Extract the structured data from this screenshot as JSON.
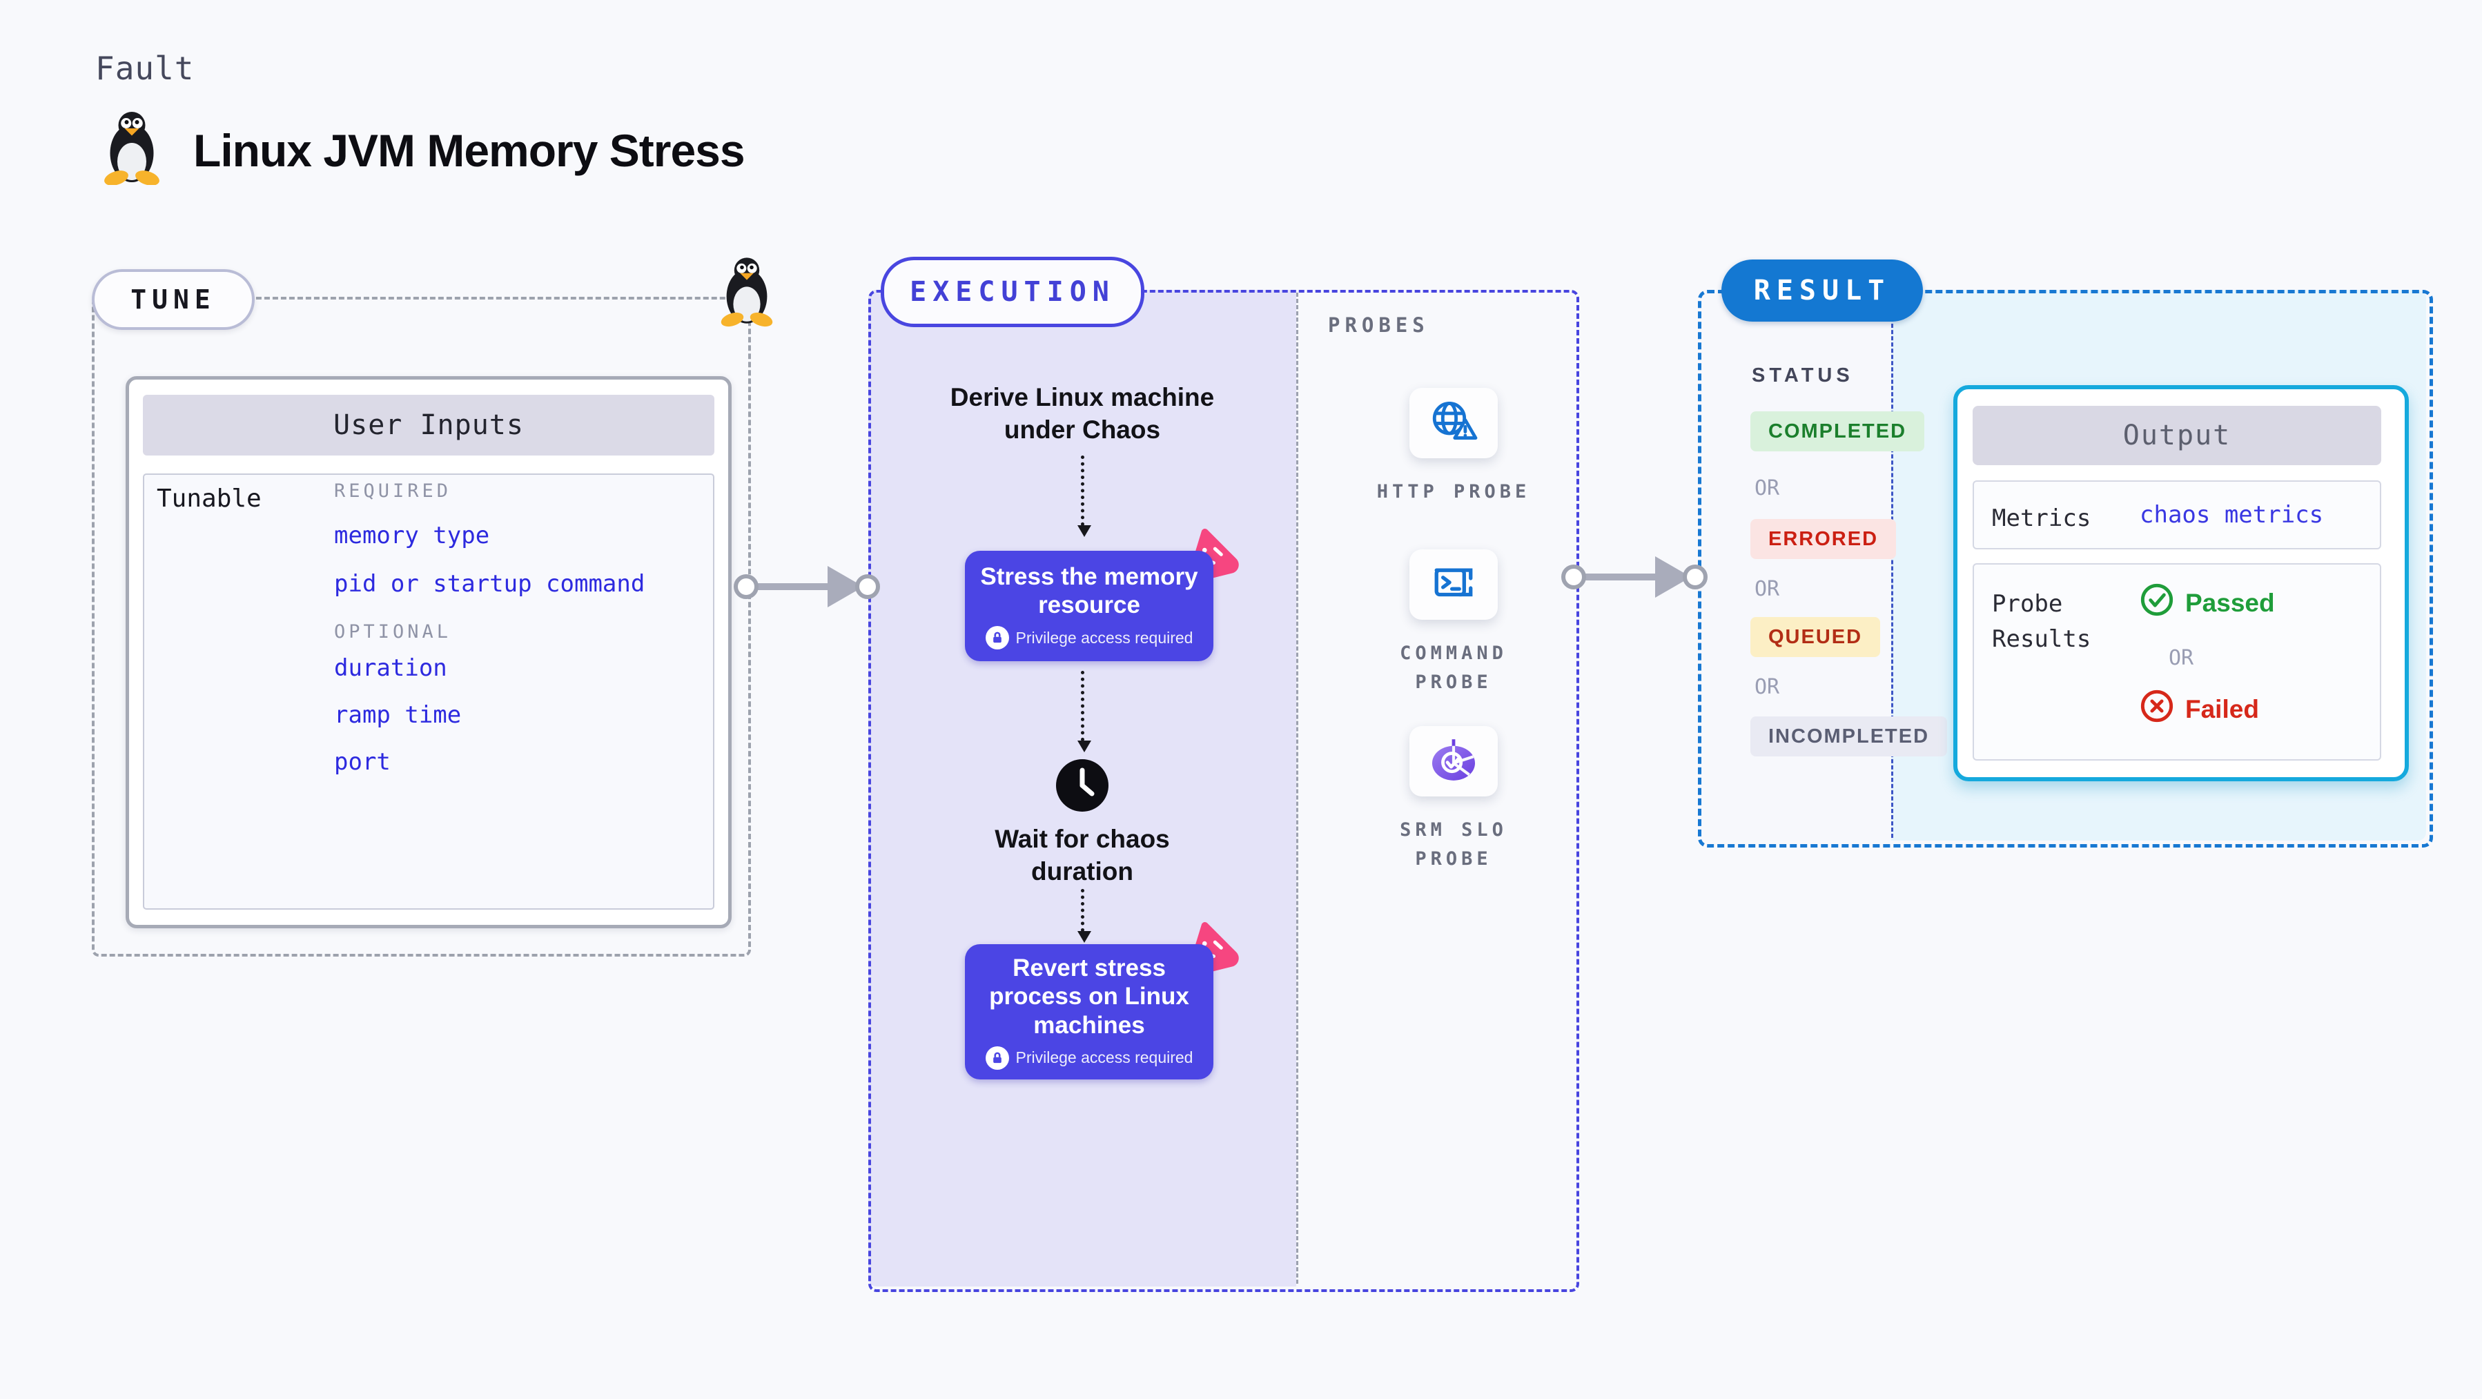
{
  "header": {
    "kicker": "Fault",
    "title": "Linux JVM Memory Stress"
  },
  "tune": {
    "badge": "TUNE",
    "user_inputs": {
      "title": "User Inputs",
      "row_label": "Tunable",
      "required_label": "REQUIRED",
      "required_items": [
        "memory type",
        "pid or startup command"
      ],
      "optional_label": "OPTIONAL",
      "optional_items": [
        "duration",
        "ramp time",
        "port"
      ]
    }
  },
  "execution": {
    "badge": "EXECUTION",
    "derive_step": "Derive Linux machine under Chaos",
    "stress_step": {
      "title": "Stress the memory resource",
      "note": "Privilege access required"
    },
    "wait_step": "Wait for chaos duration",
    "revert_step": {
      "title": "Revert stress process on Linux machines",
      "note": "Privilege access required"
    }
  },
  "probes": {
    "label": "PROBES",
    "items": [
      {
        "name": "HTTP PROBE",
        "icon": "globe-alert-icon"
      },
      {
        "name": "COMMAND PROBE",
        "icon": "terminal-icon"
      },
      {
        "name": "SRM SLO PROBE",
        "icon": "slo-gauge-icon"
      }
    ]
  },
  "result": {
    "badge": "RESULT",
    "status": {
      "heading": "STATUS",
      "or": "OR",
      "chips": [
        {
          "label": "COMPLETED",
          "fg": "#1B7F2C",
          "bg": "#D9F1DC"
        },
        {
          "label": "ERRORED",
          "fg": "#CB1F12",
          "bg": "#FBE4E3"
        },
        {
          "label": "QUEUED",
          "fg": "#B22D15",
          "bg": "#FCEFC5"
        },
        {
          "label": "INCOMPLETED",
          "fg": "#5A5E73",
          "bg": "#E9EAF3"
        }
      ]
    },
    "output": {
      "title": "Output",
      "metrics_label": "Metrics",
      "metrics_value": "chaos metrics",
      "probe_results_label": "Probe Results",
      "passed": "Passed",
      "or": "OR",
      "failed": "Failed"
    }
  },
  "colors": {
    "accent_indigo": "#4B45E4",
    "accent_blue": "#1478D2",
    "accent_cyan": "#15A9DD",
    "link_blue": "#2D2ADF",
    "lavender_bg": "#E4E3F8",
    "result_bg": "#E7F5FC",
    "pink": "#F64680",
    "arrow_gray": "#A9ACBB"
  }
}
